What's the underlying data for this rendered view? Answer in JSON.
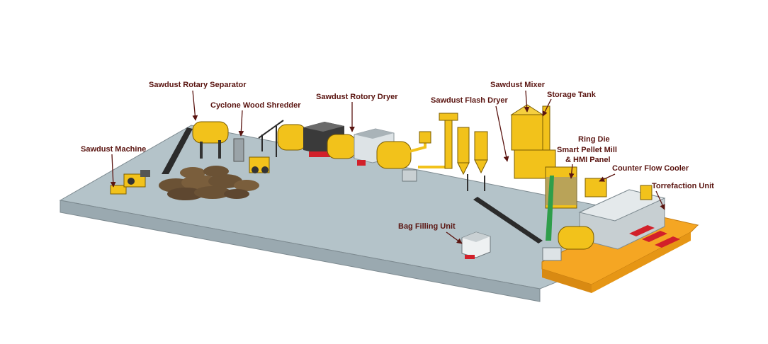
{
  "diagram": {
    "labels": {
      "sawdust_machine": "Sawdust Machine",
      "rotary_separator": "Sawdust Rotary Separator",
      "wood_shredder": "Cyclone Wood Shredder",
      "rotory_dryer": "Sawdust Rotory Dryer",
      "flash_dryer": "Sawdust Flash Dryer",
      "mixer": "Sawdust Mixer",
      "storage_tank": "Storage Tank",
      "pellet_mill_line1": "Ring Die",
      "pellet_mill_line2": "Smart Pellet Mill",
      "pellet_mill_line3": "& HMI Panel",
      "counter_flow_cooler": "Counter Flow Cooler",
      "torrefaction_unit": "Torrefaction Unit",
      "bag_filling_unit": "Bag Filling Unit"
    },
    "colors": {
      "floor_top": "#b4c3c9",
      "floor_side": "#9aa9b0",
      "machine_yellow": "#f2c21b",
      "orange_pad": "#f5a623",
      "label_text": "#5a1410",
      "red_accent": "#d2202a",
      "sawdust_pile": "#6b5235"
    }
  }
}
